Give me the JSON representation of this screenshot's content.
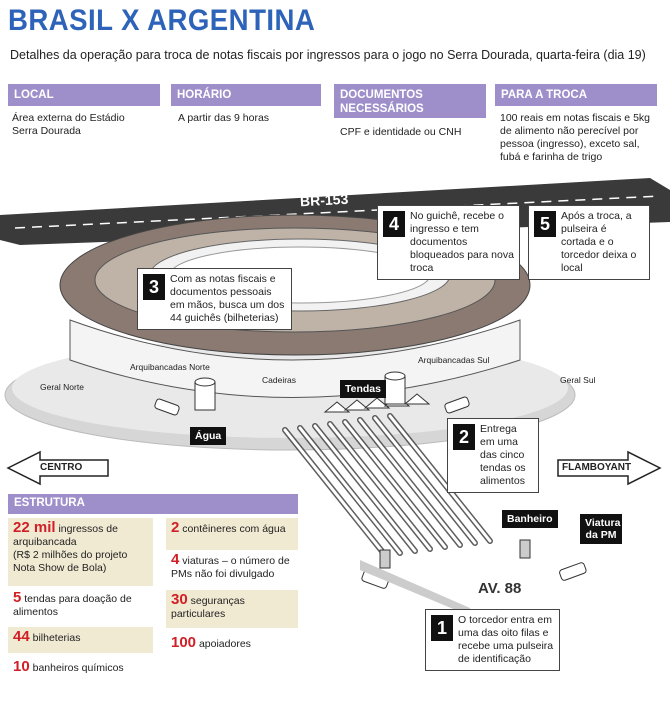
{
  "title": "BRASIL X ARGENTINA",
  "subtitle": "Detalhes da operação para troca de notas fiscais por ingressos para o jogo no Serra Dourada, quarta-feira (dia 19)",
  "columns": [
    {
      "head": "LOCAL",
      "body": "Área externa do Estádio Serra Dourada"
    },
    {
      "head": "HORÁRIO",
      "body": "A partir das 9 horas"
    },
    {
      "head": "DOCUMENTOS NECESSÁRIOS",
      "body": "CPF e identidade ou CNH"
    },
    {
      "head": "PARA A TROCA",
      "body": "100 reais em notas fiscais e 5kg de alimento não perecível por pessoa (ingresso), exceto sal, fubá e farinha de trigo"
    }
  ],
  "road_labels": {
    "br": "BR-153",
    "av": "AV. 88",
    "left": "CENTRO",
    "right": "FLAMBOYANT"
  },
  "stadium_labels": {
    "arq_norte": "Arquibancadas Norte",
    "arq_sul": "Arquibancadas Sul",
    "cadeiras": "Cadeiras",
    "geral_norte": "Geral Norte",
    "geral_sul": "Geral Sul"
  },
  "tags": {
    "tendas": "Tendas",
    "agua": "Água",
    "banheiro": "Banheiro",
    "viatura": "Viatura da PM"
  },
  "steps": [
    {
      "num": "1",
      "text": "O torcedor entra em uma das oito filas e recebe uma pulseira de identificação"
    },
    {
      "num": "2",
      "text": "Entrega em uma das cinco tendas os alimentos"
    },
    {
      "num": "3",
      "text": "Com as notas fiscais e documentos pessoais em mãos, busca um dos 44 guichês (bilheterias)"
    },
    {
      "num": "4",
      "text": "No guichê, recebe o ingresso e tem documentos bloqueados para nova troca"
    },
    {
      "num": "5",
      "text": "Após a troca, a pulseira é cortada e o torcedor deixa o local"
    }
  ],
  "estrutura": {
    "head": "ESTRUTURA",
    "items": [
      {
        "num": "22 mil",
        "text": " ingressos de arquibancada",
        "extra": "(R$ 2 milhões do projeto Nota Show de Bola)"
      },
      {
        "num": "5",
        "text": " tendas para doação de alimentos"
      },
      {
        "num": "44",
        "text": " bilheterias"
      },
      {
        "num": "10",
        "text": " banheiros químicos"
      },
      {
        "num": "2",
        "text": " contêineres com água"
      },
      {
        "num": "4",
        "text": " viaturas – o número de PMs não foi divulgado"
      },
      {
        "num": "30",
        "text": " seguranças particulares"
      },
      {
        "num": "100",
        "text": " apoiadores"
      }
    ]
  },
  "colors": {
    "accent": "#2d63b8",
    "header": "#9e8fca",
    "highlight": "#d11f26",
    "shade": "#f1ead3"
  }
}
